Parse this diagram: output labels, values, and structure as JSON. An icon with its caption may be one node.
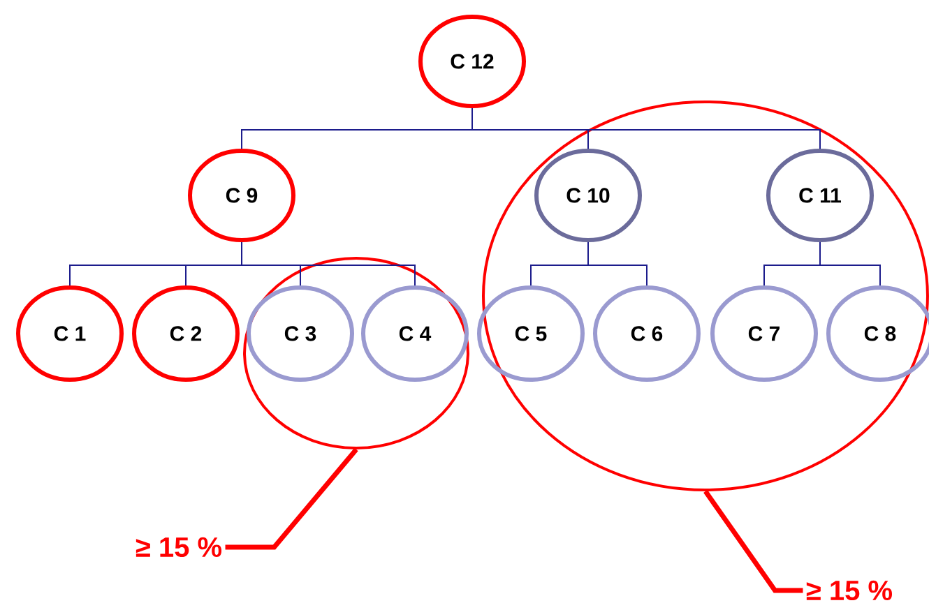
{
  "diagram": {
    "nodes": [
      {
        "text": [
          "C 12"
        ]
      },
      {
        "text": [
          "C 9"
        ]
      },
      {
        "text": [],
        "shape": "circle"
      },
      {
        "text": [
          "C 10"
        ],
        "in": 2
      },
      {
        "text": [
          "C 11"
        ],
        "in": 2
      },
      {
        "text": [
          "C 1"
        ]
      },
      {
        "text": [
          "C 2"
        ]
      },
      {
        "text": [],
        "shape": "circle"
      },
      {
        "text": [
          "C 3"
        ],
        "in": 7
      },
      {
        "text": [
          "C 4"
        ],
        "in": 7
      },
      {
        "text": [
          "C 5"
        ],
        "in": 2
      },
      {
        "text": [
          "C 6"
        ],
        "in": 2
      },
      {
        "text": [
          "C 7"
        ],
        "in": 2
      },
      {
        "text": [
          "C 8"
        ],
        "in": 2
      },
      {
        "text": [
          "≥ 15 %"
        ]
      },
      {
        "text": [
          "≥ 15 %"
        ]
      }
    ],
    "edges": [
      {
        "from": 0,
        "to": 1,
        "arrow": "none"
      },
      {
        "from": 0,
        "to": 3,
        "arrow": "none"
      },
      {
        "from": 0,
        "to": 4,
        "arrow": "none"
      },
      {
        "from": 1,
        "to": 5,
        "arrow": "none"
      },
      {
        "from": 1,
        "to": 6,
        "arrow": "none"
      },
      {
        "from": 1,
        "to": 8,
        "arrow": "none"
      },
      {
        "from": 1,
        "to": 9,
        "arrow": "none"
      },
      {
        "from": 3,
        "to": 10,
        "arrow": "none"
      },
      {
        "from": 3,
        "to": 11,
        "arrow": "none"
      },
      {
        "from": 4,
        "to": 12,
        "arrow": "none"
      },
      {
        "from": 4,
        "to": 13,
        "arrow": "none"
      },
      {
        "from": 14,
        "to": 7,
        "arrow": "none",
        "style": "thick",
        "color": "#ff0000"
      },
      {
        "from": 15,
        "to": 2,
        "arrow": "none",
        "style": "thick",
        "color": "#ff0000"
      }
    ]
  }
}
